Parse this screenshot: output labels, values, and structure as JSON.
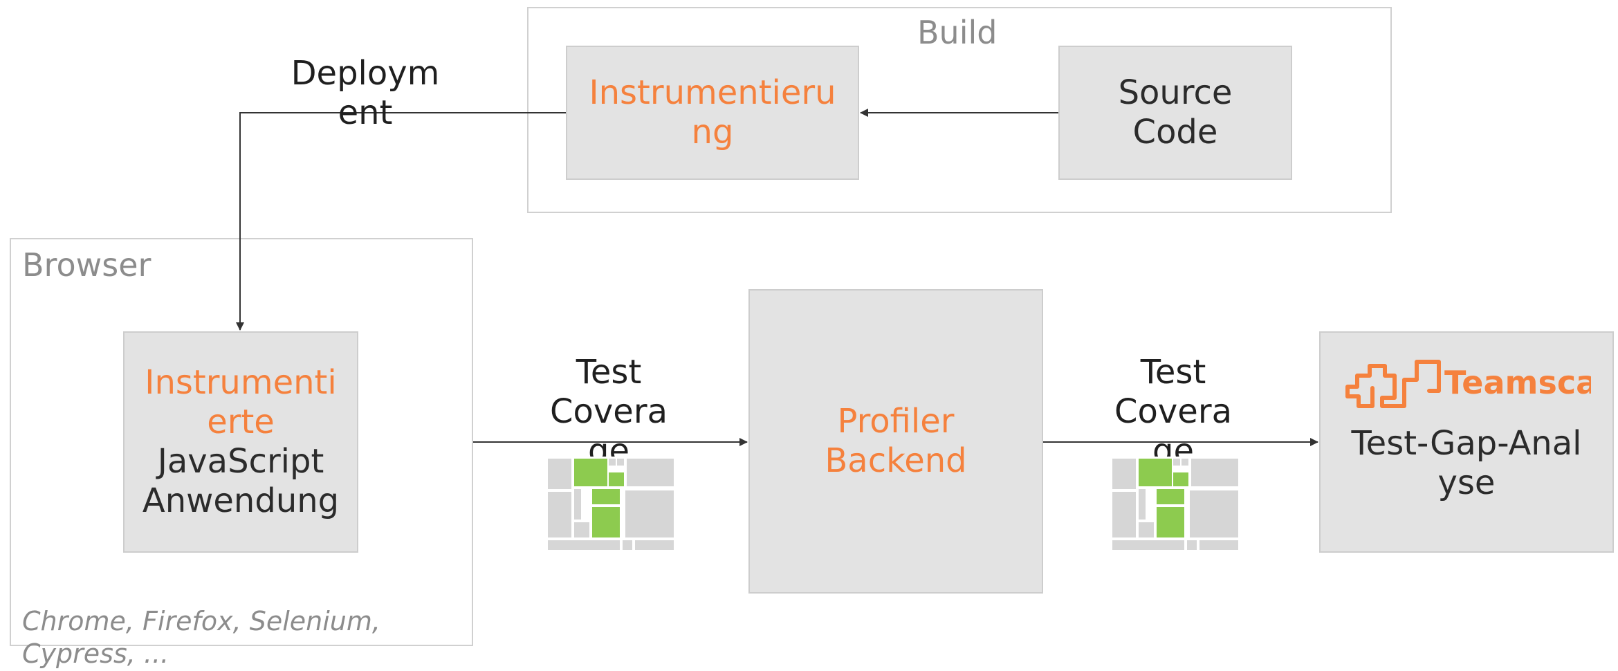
{
  "build": {
    "title": "Build"
  },
  "browser": {
    "title": "Browser",
    "note_line1": "Chrome, Firefox, Selenium,",
    "note_line2": "Cypress, ..."
  },
  "boxes": {
    "instrumentierung": {
      "line1": "Instrumentieru",
      "line2": "ng"
    },
    "source_code": {
      "line1": "Source",
      "line2": "Code"
    },
    "instrumentierte": {
      "line1": "Instrumenti",
      "line2": "erte",
      "line3": "JavaScript",
      "line4": "Anwendung"
    },
    "profiler_backend": {
      "line1": "Profiler",
      "line2": "Backend"
    },
    "teamscale": {
      "logo_text": "Teamscale",
      "line1": "Test-Gap-Anal",
      "line2": "yse"
    }
  },
  "edges": {
    "deployment": {
      "line1": "Deploym",
      "line2": "ent"
    },
    "test_coverage_1": {
      "line1": "Test",
      "line2": "Covera",
      "line3": "ge"
    },
    "test_coverage_2": {
      "line1": "Test",
      "line2": "Covera",
      "line3": "ge"
    }
  },
  "colors": {
    "accent": "#f5813d",
    "coverage_green": "#8dcb4f",
    "box_fill": "#e3e3e3",
    "frame_border": "#d0d0d0"
  }
}
